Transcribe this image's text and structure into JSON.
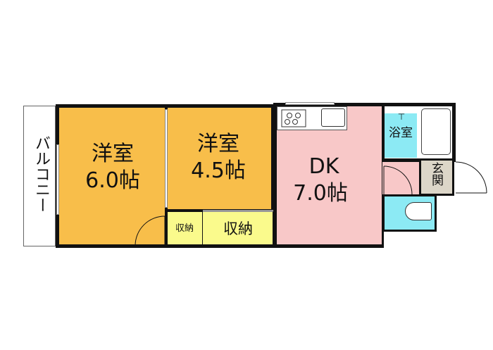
{
  "rooms": {
    "balcony": {
      "label": "バルコニー"
    },
    "western1": {
      "name": "洋室",
      "size": "6.0帖"
    },
    "western2": {
      "name": "洋室",
      "size": "4.5帖"
    },
    "storage_small": {
      "label": "収納"
    },
    "storage_large": {
      "label": "収納"
    },
    "dk": {
      "name": "DK",
      "size": "7.0帖"
    },
    "bath": {
      "label": "浴室"
    },
    "entrance": {
      "label": "玄関"
    }
  },
  "colors": {
    "western": "#f8be4a",
    "storage": "#fafa8c",
    "dk": "#f8c8c8",
    "wet": "#8ceaf4",
    "entrance": "#dcd6c8"
  }
}
